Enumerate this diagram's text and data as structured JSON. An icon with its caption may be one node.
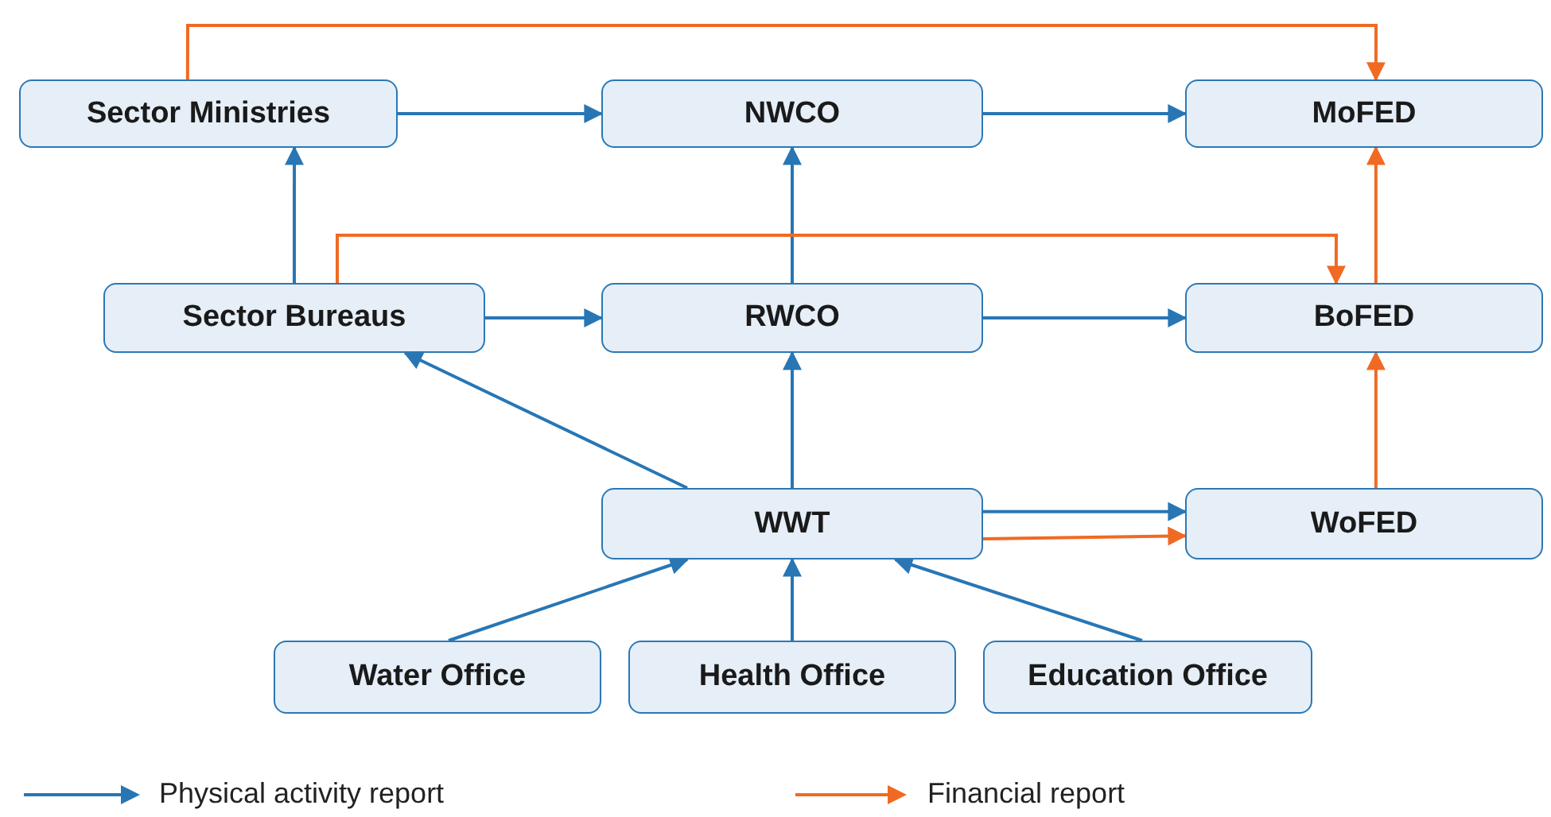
{
  "diagram": {
    "nodes": [
      {
        "text": [
          "Sector Ministries"
        ]
      },
      {
        "text": [
          "NWCO"
        ]
      },
      {
        "text": [
          "MoFED"
        ]
      },
      {
        "text": [
          "Sector Bureaus"
        ]
      },
      {
        "text": [
          "RWCO"
        ]
      },
      {
        "text": [
          "BoFED"
        ]
      },
      {
        "text": [
          "WWT"
        ]
      },
      {
        "text": [
          "WoFED"
        ]
      },
      {
        "text": [
          "Water Office"
        ]
      },
      {
        "text": [
          "Health Office"
        ]
      },
      {
        "text": [
          "Education Office"
        ]
      }
    ],
    "edges": [
      {
        "from": 0,
        "to": 1,
        "arrow": "to"
      },
      {
        "from": 1,
        "to": 2,
        "arrow": "to"
      },
      {
        "from": 3,
        "to": 0,
        "arrow": "to"
      },
      {
        "from": 3,
        "to": 4,
        "arrow": "to"
      },
      {
        "from": 4,
        "to": 1,
        "arrow": "to"
      },
      {
        "from": 4,
        "to": 5,
        "arrow": "to"
      },
      {
        "from": 6,
        "to": 3,
        "arrow": "to"
      },
      {
        "from": 6,
        "to": 4,
        "arrow": "to"
      },
      {
        "from": 6,
        "to": 7,
        "arrow": "to"
      },
      {
        "from": 6,
        "to": 7,
        "arrow": "to",
        "color": "#f06a23"
      },
      {
        "from": 5,
        "to": 2,
        "arrow": "to",
        "color": "#f06a23"
      },
      {
        "from": 7,
        "to": 5,
        "arrow": "to",
        "color": "#f06a23"
      },
      {
        "from": 0,
        "to": 2,
        "arrow": "to",
        "color": "#f06a23"
      },
      {
        "from": 3,
        "to": 5,
        "arrow": "to",
        "color": "#f06a23"
      },
      {
        "from": 8,
        "to": 6,
        "arrow": "to"
      },
      {
        "from": 9,
        "to": 6,
        "arrow": "to"
      },
      {
        "from": 10,
        "to": 6,
        "arrow": "to"
      }
    ],
    "legend": [
      {
        "text": "Physical activity report",
        "color": "#2876b4"
      },
      {
        "text": "Financial report",
        "color": "#f06a23"
      }
    ]
  }
}
